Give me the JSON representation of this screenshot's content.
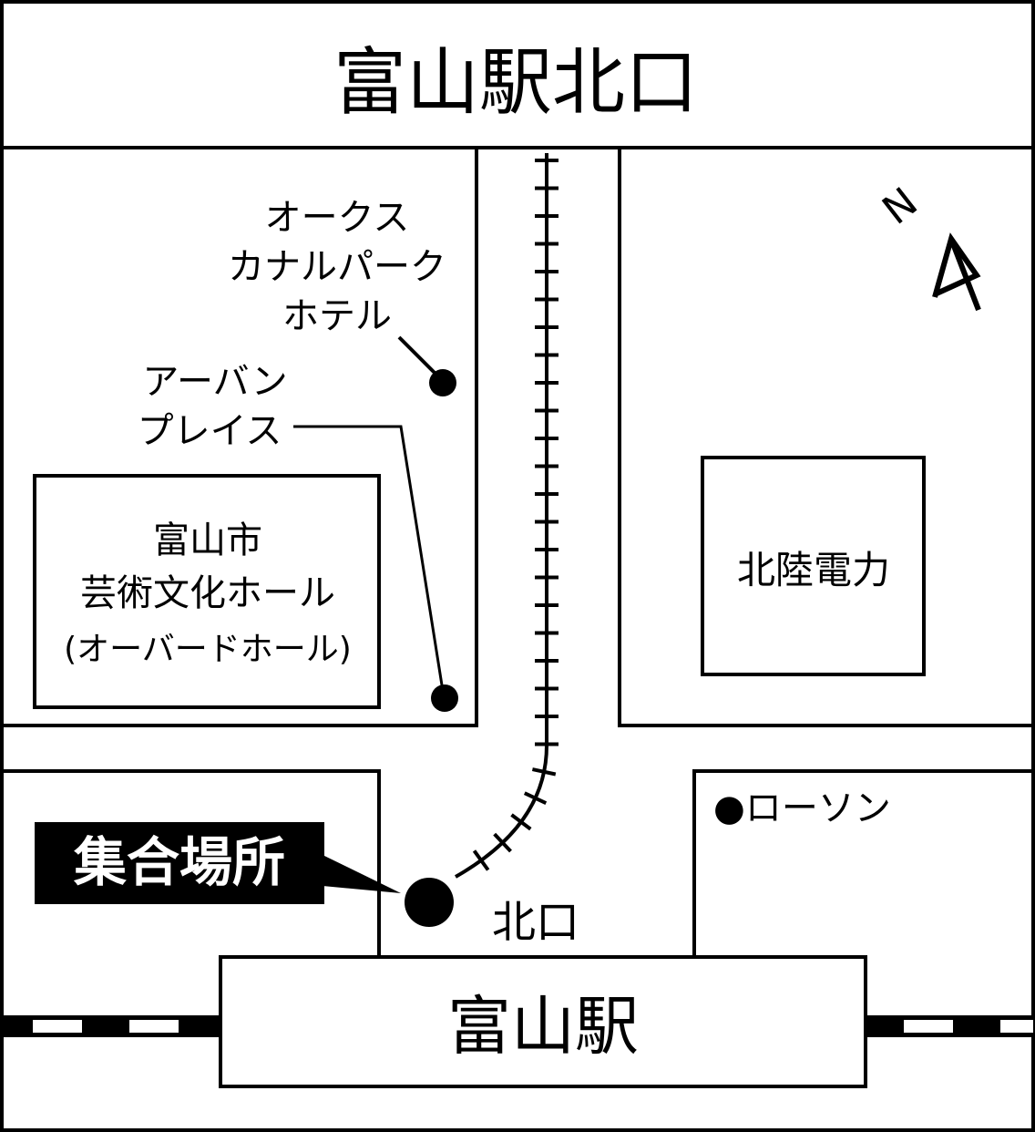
{
  "map": {
    "title": "富山駅北口",
    "station": "富山駅",
    "exit_label": "北口",
    "compass": "N",
    "landmarks": {
      "oakus_lines": [
        "オークス",
        "カナルパーク",
        "ホテル"
      ],
      "urban_lines": [
        "アーバン",
        "プレイス"
      ],
      "hall_lines": [
        "富山市",
        "芸術文化ホール",
        "(オーバードホール)"
      ],
      "hokuriku": "北陸電力",
      "lawson": "●ローソン"
    },
    "meeting_point": "集合場所"
  }
}
